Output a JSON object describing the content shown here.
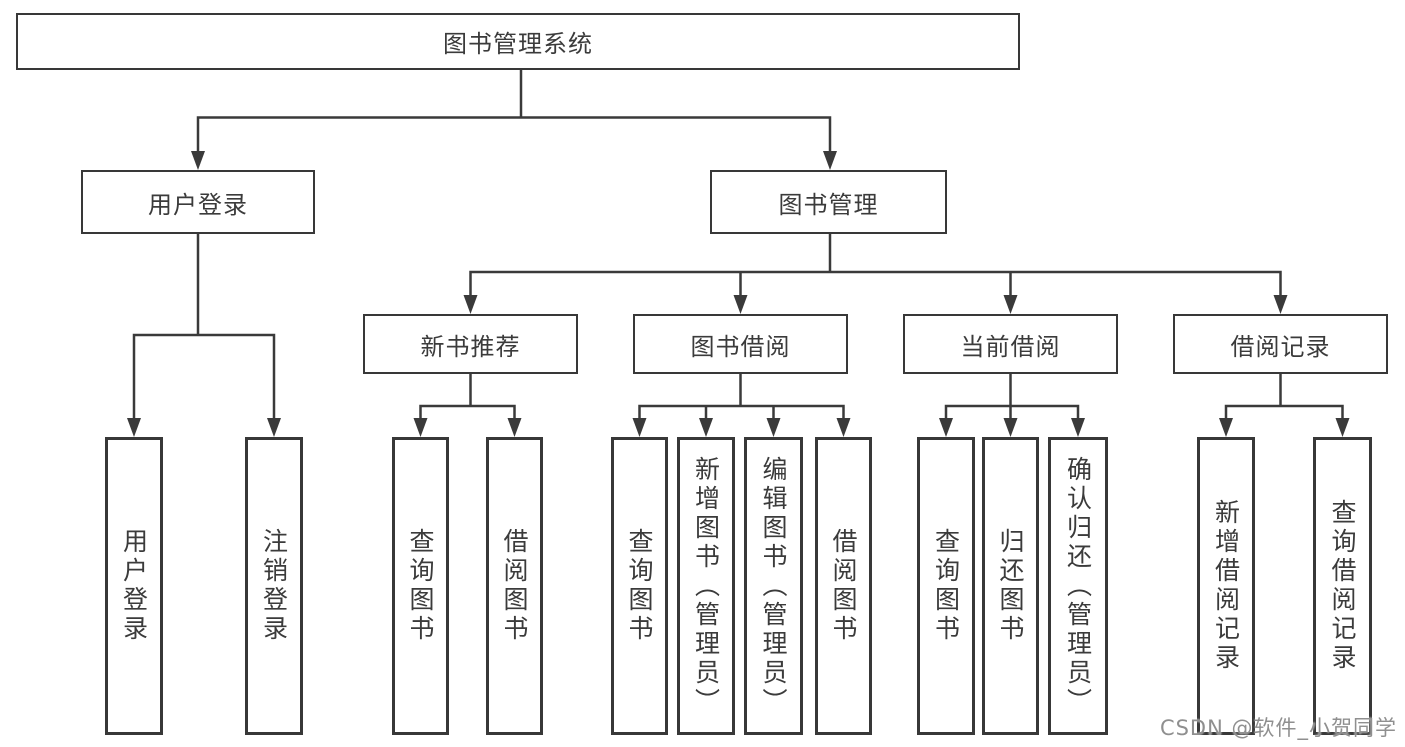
{
  "diagram": {
    "root": {
      "id": "library-management-system",
      "label": "图书管理系统"
    },
    "level2": [
      {
        "id": "user-login",
        "label": "用户登录"
      },
      {
        "id": "book-management",
        "label": "图书管理"
      }
    ],
    "level3": [
      {
        "id": "new-book-recommend",
        "label": "新书推荐"
      },
      {
        "id": "book-borrowing",
        "label": "图书借阅"
      },
      {
        "id": "current-borrowing",
        "label": "当前借阅"
      },
      {
        "id": "borrowing-records",
        "label": "借阅记录"
      }
    ],
    "leaves": [
      {
        "id": "user-login-leaf",
        "label": "用户登录"
      },
      {
        "id": "logout",
        "label": "注销登录"
      },
      {
        "id": "query-books-1",
        "label": "查询图书"
      },
      {
        "id": "borrow-books-1",
        "label": "借阅图书"
      },
      {
        "id": "query-books-2",
        "label": "查询图书"
      },
      {
        "id": "add-book-admin",
        "label": "新增图书（管理员）"
      },
      {
        "id": "edit-book-admin",
        "label": "编辑图书（管理员）"
      },
      {
        "id": "borrow-books-2",
        "label": "借阅图书"
      },
      {
        "id": "query-books-3",
        "label": "查询图书"
      },
      {
        "id": "return-books",
        "label": "归还图书"
      },
      {
        "id": "confirm-return-admin",
        "label": "确认归还（管理员）"
      },
      {
        "id": "add-borrow-record",
        "label": "新增借阅记录"
      },
      {
        "id": "query-borrow-record",
        "label": "查询借阅记录"
      }
    ],
    "edges": [
      {
        "parent": "图书管理系统",
        "children": [
          "用户登录",
          "图书管理"
        ]
      },
      {
        "parent": "用户登录",
        "children": [
          "用户登录",
          "注销登录"
        ]
      },
      {
        "parent": "图书管理",
        "children": [
          "新书推荐",
          "图书借阅",
          "当前借阅",
          "借阅记录"
        ]
      },
      {
        "parent": "新书推荐",
        "children": [
          "查询图书",
          "借阅图书"
        ]
      },
      {
        "parent": "图书借阅",
        "children": [
          "查询图书",
          "新增图书（管理员）",
          "编辑图书（管理员）",
          "借阅图书"
        ]
      },
      {
        "parent": "当前借阅",
        "children": [
          "查询图书",
          "归还图书",
          "确认归还（管理员）"
        ]
      },
      {
        "parent": "借阅记录",
        "children": [
          "新增借阅记录",
          "查询借阅记录"
        ]
      }
    ]
  },
  "colors": {
    "line": "#3a3a3a",
    "box_border": "#383838",
    "text": "#3b3b3b",
    "background": "#ffffff",
    "watermark": "#8f8f8f"
  },
  "watermark": {
    "text": "CSDN @软件_小贺同学"
  }
}
